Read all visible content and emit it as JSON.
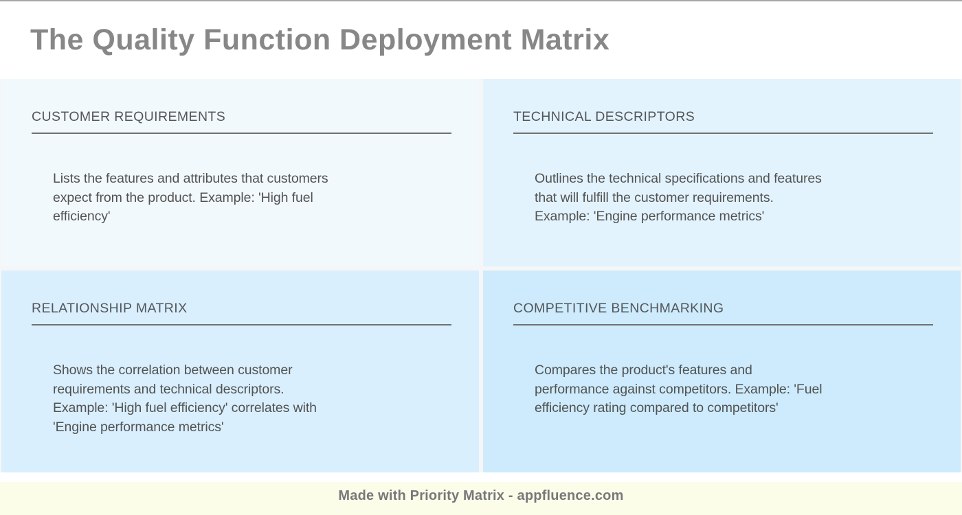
{
  "page": {
    "title": "The Quality Function Deployment Matrix"
  },
  "quadrants": [
    {
      "id": "customer-requirements",
      "title": "CUSTOMER REQUIREMENTS",
      "description": "Lists the features and attributes that customers\nexpect from the product. Example: 'High fuel\nefficiency'",
      "bg": "#f2f9fd"
    },
    {
      "id": "technical-descriptors",
      "title": "TECHNICAL DESCRIPTORS",
      "description": "Outlines the technical specifications and features\nthat will fulfill the customer requirements.\nExample: 'Engine performance metrics'",
      "bg": "#e3f3fd"
    },
    {
      "id": "relationship-matrix",
      "title": "RELATIONSHIP MATRIX",
      "description": "Shows the correlation between customer\nrequirements and technical descriptors.\nExample: 'High fuel efficiency' correlates with\n'Engine performance metrics'",
      "bg": "#d9effd"
    },
    {
      "id": "competitive-benchmarking",
      "title": "COMPETITIVE BENCHMARKING",
      "description": "Compares the product's features and\nperformance against competitors. Example: 'Fuel\nefficiency rating compared to competitors'",
      "bg": "#cdebfc"
    }
  ],
  "footer": {
    "text": "Made with Priority Matrix - appfluence.com"
  },
  "colors": {
    "page_background": "#ffffff",
    "top_border": "#a6a6a6",
    "title_text": "#878787",
    "section_title_text": "#54565a",
    "section_underline": "#6e7174",
    "body_text": "#525252",
    "grid_gap": "#f5f6f7",
    "footer_background": "#fcfde9",
    "footer_text": "#77787a"
  }
}
